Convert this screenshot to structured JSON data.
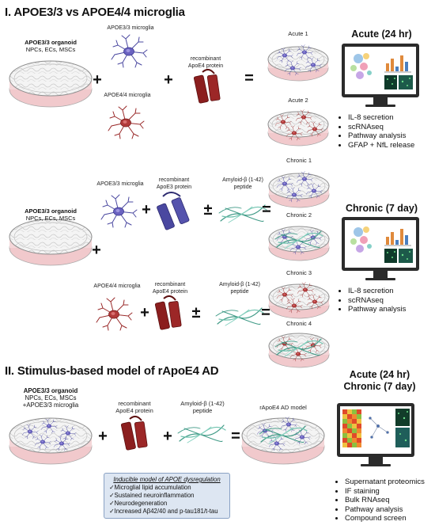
{
  "section1": {
    "title": "I. APOE3/3 vs APOE4/4 microglia",
    "acute": {
      "organoid_title": "APOE3/3 organoid",
      "organoid_sub": "NPCs, ECs, MSCs",
      "microglia_top": "APOE3/3 microglia",
      "microglia_bottom": "APOE4/4 microglia",
      "protein_line1": "recombinant",
      "protein_line2": "ApoE4 protein",
      "plus1": "+",
      "plus2": "+",
      "equals": "=",
      "condition1": "Acute 1",
      "condition2": "Acute 2",
      "timepoint": "Acute (24 hr)",
      "outputs": [
        "IL-8 secretion",
        "scRNAseq",
        "Pathway analysis",
        "GFAP + NfL release"
      ]
    },
    "chronic": {
      "organoid_title": "APOE3/3 organoid",
      "organoid_sub": "NPCs, ECs, MSCs",
      "microglia_top": "APOE3/3 microglia",
      "microglia_bottom": "APOE4/4 microglia",
      "protein_top_line1": "recombinant",
      "protein_top_line2": "ApoE3 protein",
      "protein_bottom_line1": "recombinant",
      "protein_bottom_line2": "ApoE4 protein",
      "amyloid_line1": "Amyloid-β (1-42)",
      "amyloid_line2": "peptide",
      "plus": "+",
      "pm": "±",
      "equals": "=",
      "conditions": [
        "Chronic 1",
        "Chronic 2",
        "Chronic 3",
        "Chronic 4"
      ],
      "timepoint": "Chronic (7 day)",
      "outputs": [
        "IL-8 secretion",
        "scRNAseq",
        "Pathway analysis"
      ]
    }
  },
  "section2": {
    "title": "II. Stimulus-based model of rApoE4 AD",
    "organoid_title": "APOE3/3 organoid",
    "organoid_sub1": "NPCs, ECs, MSCs",
    "organoid_sub2": "+APOE3/3 microglia",
    "protein_line1": "recombinant",
    "protein_line2": "ApoE4 protein",
    "amyloid_line1": "Amyloid-β (1-42)",
    "amyloid_line2": "peptide",
    "model_label": "rApoE4 AD model",
    "plus": "+",
    "equals": "=",
    "timepoint_line1": "Acute (24 hr)",
    "timepoint_line2": "Chronic (7 day)",
    "box_title": "Inducible model of APOE dysregulation",
    "box_items": [
      "✓Microglial lipid accumulation",
      "✓Sustained neuroinflammation",
      "✓Neurodegeneration",
      "✓Increased Aβ42/40 and p-tau181/t-tau"
    ],
    "outputs": [
      "Supernatant proteomics",
      "IF staining",
      "Bulk RNAseq",
      "Pathway analysis",
      "Compound screen"
    ]
  },
  "colors": {
    "apoe3": "#4a48a0",
    "apoe4": "#8b1e1e",
    "amyloid": "#3f9a86",
    "dish_base": "#f1c9cc",
    "monitor": "#2b2b2b"
  }
}
